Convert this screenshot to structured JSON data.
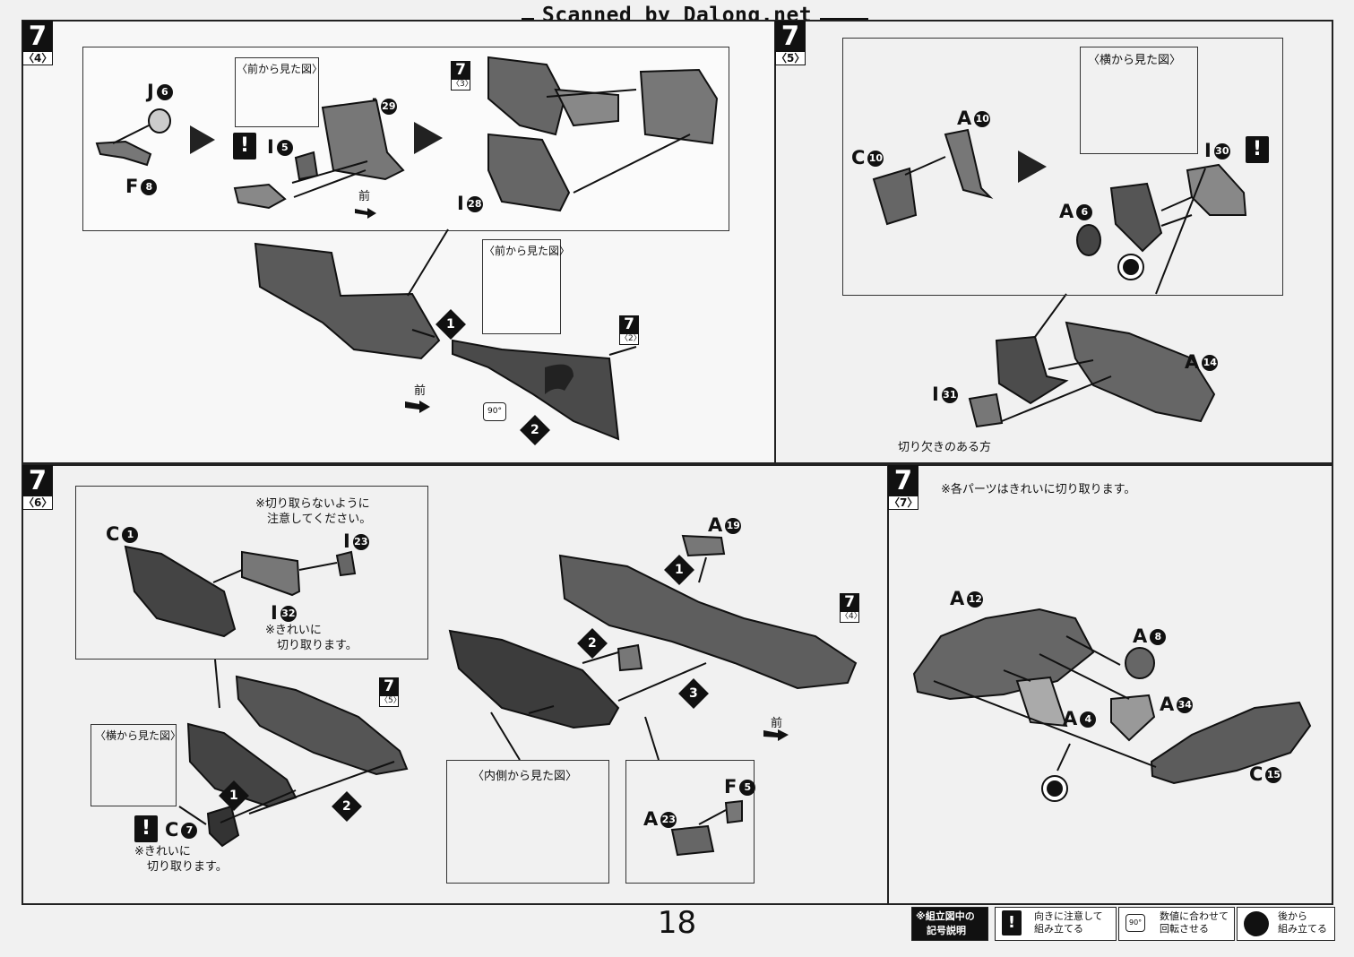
{
  "watermark": "Scanned by Dalong.net",
  "page_number": "18",
  "front_label": "前",
  "panels": {
    "p4": {
      "step": "7",
      "substep": "〈4〉",
      "front_view_tag": "〈前から見た図〉",
      "sub_step": "7",
      "sub_sub": "〈3〉",
      "parts": {
        "j6": "J",
        "f8": "F",
        "i5": "I",
        "i29": "I",
        "i28": "I"
      },
      "nums": {
        "j6": "6",
        "f8": "8",
        "i5": "5",
        "i29": "29",
        "i28": "28"
      },
      "front_view_tag2": "〈前から見た図〉",
      "ref_step": "7",
      "ref_sub": "〈2〉",
      "rotate_label": "90°",
      "seq1": "1",
      "seq2": "2"
    },
    "p5": {
      "step": "7",
      "substep": "〈5〉",
      "side_view_tag": "〈横から見た図〉",
      "parts": {
        "a10": "A",
        "c10": "C",
        "i30": "I",
        "a6": "A",
        "a14": "A",
        "i31": "I"
      },
      "nums": {
        "a10": "10",
        "c10": "10",
        "i30": "30",
        "a6": "6",
        "a14": "14",
        "i31": "31"
      },
      "notch_note": "切り欠きのある方"
    },
    "p6": {
      "step": "7",
      "substep": "〈6〉",
      "careful_note_1": "※切り取らないように",
      "careful_note_2": "注意してください。",
      "clean_note_1": "※きれいに",
      "clean_note_2": "切り取ります。",
      "side_view_tag": "〈横から見た図〉",
      "inner_view_tag": "〈内側から見た図〉",
      "parts": {
        "c1": "C",
        "i23": "I",
        "i32": "I",
        "a19": "A",
        "c7": "C",
        "a23": "A",
        "f5": "F"
      },
      "nums": {
        "c1": "1",
        "i23": "23",
        "i32": "32",
        "a19": "19",
        "c7": "7",
        "a23": "23",
        "f5": "5"
      },
      "ref_step_a": "7",
      "ref_sub_a": "〈4〉",
      "ref_step_b": "7",
      "ref_sub_b": "〈5〉",
      "seq1": "1",
      "seq2": "2",
      "seq3": "3"
    },
    "p7": {
      "step": "7",
      "substep": "〈7〉",
      "note": "※各パーツはきれいに切り取ります。",
      "parts": {
        "a12": "A",
        "a8": "A",
        "a4": "A",
        "a34": "A",
        "c15": "C"
      },
      "nums": {
        "a12": "12",
        "a8": "8",
        "a4": "4",
        "a34": "34",
        "c15": "15"
      }
    }
  },
  "legend": {
    "title_1": "※組立図中の",
    "title_2": "記号説明",
    "items": [
      {
        "icon": "!",
        "line1": "向きに注意して",
        "line2": "組み立てる"
      },
      {
        "icon": "90°",
        "line1": "数値に合わせて",
        "line2": "回転させる"
      },
      {
        "icon": "",
        "line1": "後から",
        "line2": "組み立てる"
      }
    ]
  }
}
